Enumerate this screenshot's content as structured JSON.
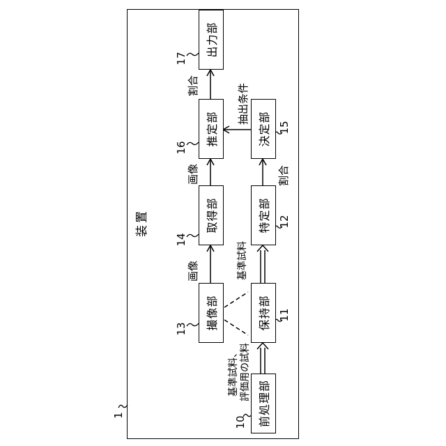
{
  "figure": {
    "background": "#ffffff",
    "line_color": "#000000",
    "device": {
      "label": "装置",
      "ref": "1"
    },
    "blocks": [
      {
        "name": "imaging",
        "label": "撮像部",
        "ref": "13"
      },
      {
        "name": "acquisition",
        "label": "取得部",
        "ref": "14"
      },
      {
        "name": "estimation",
        "label": "推定部",
        "ref": "16"
      },
      {
        "name": "output",
        "label": "出力部",
        "ref": "17"
      },
      {
        "name": "preprocessing",
        "label": "前処理部",
        "ref": "10"
      },
      {
        "name": "holding",
        "label": "保持部",
        "ref": "11"
      },
      {
        "name": "identification",
        "label": "特定部",
        "ref": "12"
      },
      {
        "name": "decision",
        "label": "決定部",
        "ref": "15"
      }
    ],
    "arrow_labels": {
      "image_1": "画像",
      "image_2": "画像",
      "ratio_to_output": "割合",
      "extraction_condition": "抽出条件",
      "ratio_from_identification": "割合",
      "reference_sample": "基準試料",
      "samples_line_1": "基準試料、",
      "samples_line_2": "評価用の試料"
    }
  }
}
